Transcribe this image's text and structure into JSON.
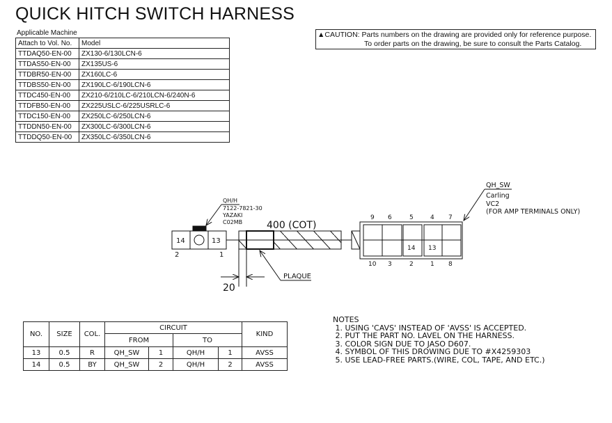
{
  "title": "QUICK HITCH SWITCH HARNESS",
  "applicable": {
    "label": "Applicable Machine",
    "headers": [
      "Attach to Vol. No.",
      "Model"
    ],
    "rows": [
      [
        "TTDAQ50-EN-00",
        "ZX130-6/130LCN-6"
      ],
      [
        "TTDAS50-EN-00",
        "ZX135US-6"
      ],
      [
        "TTDBR50-EN-00",
        "ZX160LC-6"
      ],
      [
        "TTDBS50-EN-00",
        "ZX190LC-6/190LCN-6"
      ],
      [
        "TTDC450-EN-00",
        "ZX210-6/210LC-6/210LCN-6/240N-6"
      ],
      [
        "TTDFB50-EN-00",
        "ZX225USLC-6/225USRLC-6"
      ],
      [
        "TTDC150-EN-00",
        "ZX250LC-6/250LCN-6"
      ],
      [
        "TTDDN50-EN-00",
        "ZX300LC-6/300LCN-6"
      ],
      [
        "TTDDQ50-EN-00",
        "ZX350LC-6/350LCN-6"
      ]
    ]
  },
  "caution": {
    "icon": "warning-triangle",
    "line1": "CAUTION: Parts numbers on the drawing are provided only for reference purpose.",
    "line2": "To order parts on the drawing, be sure to consult the Parts Catalog."
  },
  "diagram": {
    "qhh": {
      "name": "QH/H",
      "part": "7122-7821-30",
      "maker": "YAZAKI",
      "code": "C02MB",
      "cell_left": "14",
      "cell_right": "13",
      "pin_left": "2",
      "pin_right": "1"
    },
    "tube_label": "400 (COT)",
    "plaque_label": "PLAQUE",
    "dim_label": "20",
    "qhsw": {
      "name": "QH_SW",
      "maker": "Carling",
      "code": "VC2",
      "note": "(FOR AMP TERMINALS ONLY)",
      "top_pins": [
        "9",
        "6",
        "5",
        "4",
        "7"
      ],
      "bottom_pins": [
        "10",
        "3",
        "2",
        "1",
        "8"
      ],
      "cell_a": "14",
      "cell_b": "13"
    }
  },
  "wire_table": {
    "headers": {
      "no": "NO.",
      "size": "SIZE",
      "col": "COL.",
      "circuit": "CIRCUIT",
      "from": "FROM",
      "to": "TO",
      "kind": "KIND"
    },
    "rows": [
      [
        "13",
        "0.5",
        "R",
        "QH_SW",
        "1",
        "QH/H",
        "1",
        "AVSS"
      ],
      [
        "14",
        "0.5",
        "BY",
        "QH_SW",
        "2",
        "QH/H",
        "2",
        "AVSS"
      ]
    ]
  },
  "notes": {
    "title": "NOTES",
    "items": [
      " 1. USING 'CAVS' INSTEAD OF 'AVSS' IS ACCEPTED.",
      " 2. PUT THE PART NO. LAVEL ON THE HARNESS.",
      " 3. COLOR SIGN DUE TO JASO D607.",
      " 4. SYMBOL OF THIS DROWING DUE TO #X4259303",
      " 5. USE LEAD-FREE PARTS.(WIRE, COL, TAPE, AND ETC.)"
    ]
  }
}
